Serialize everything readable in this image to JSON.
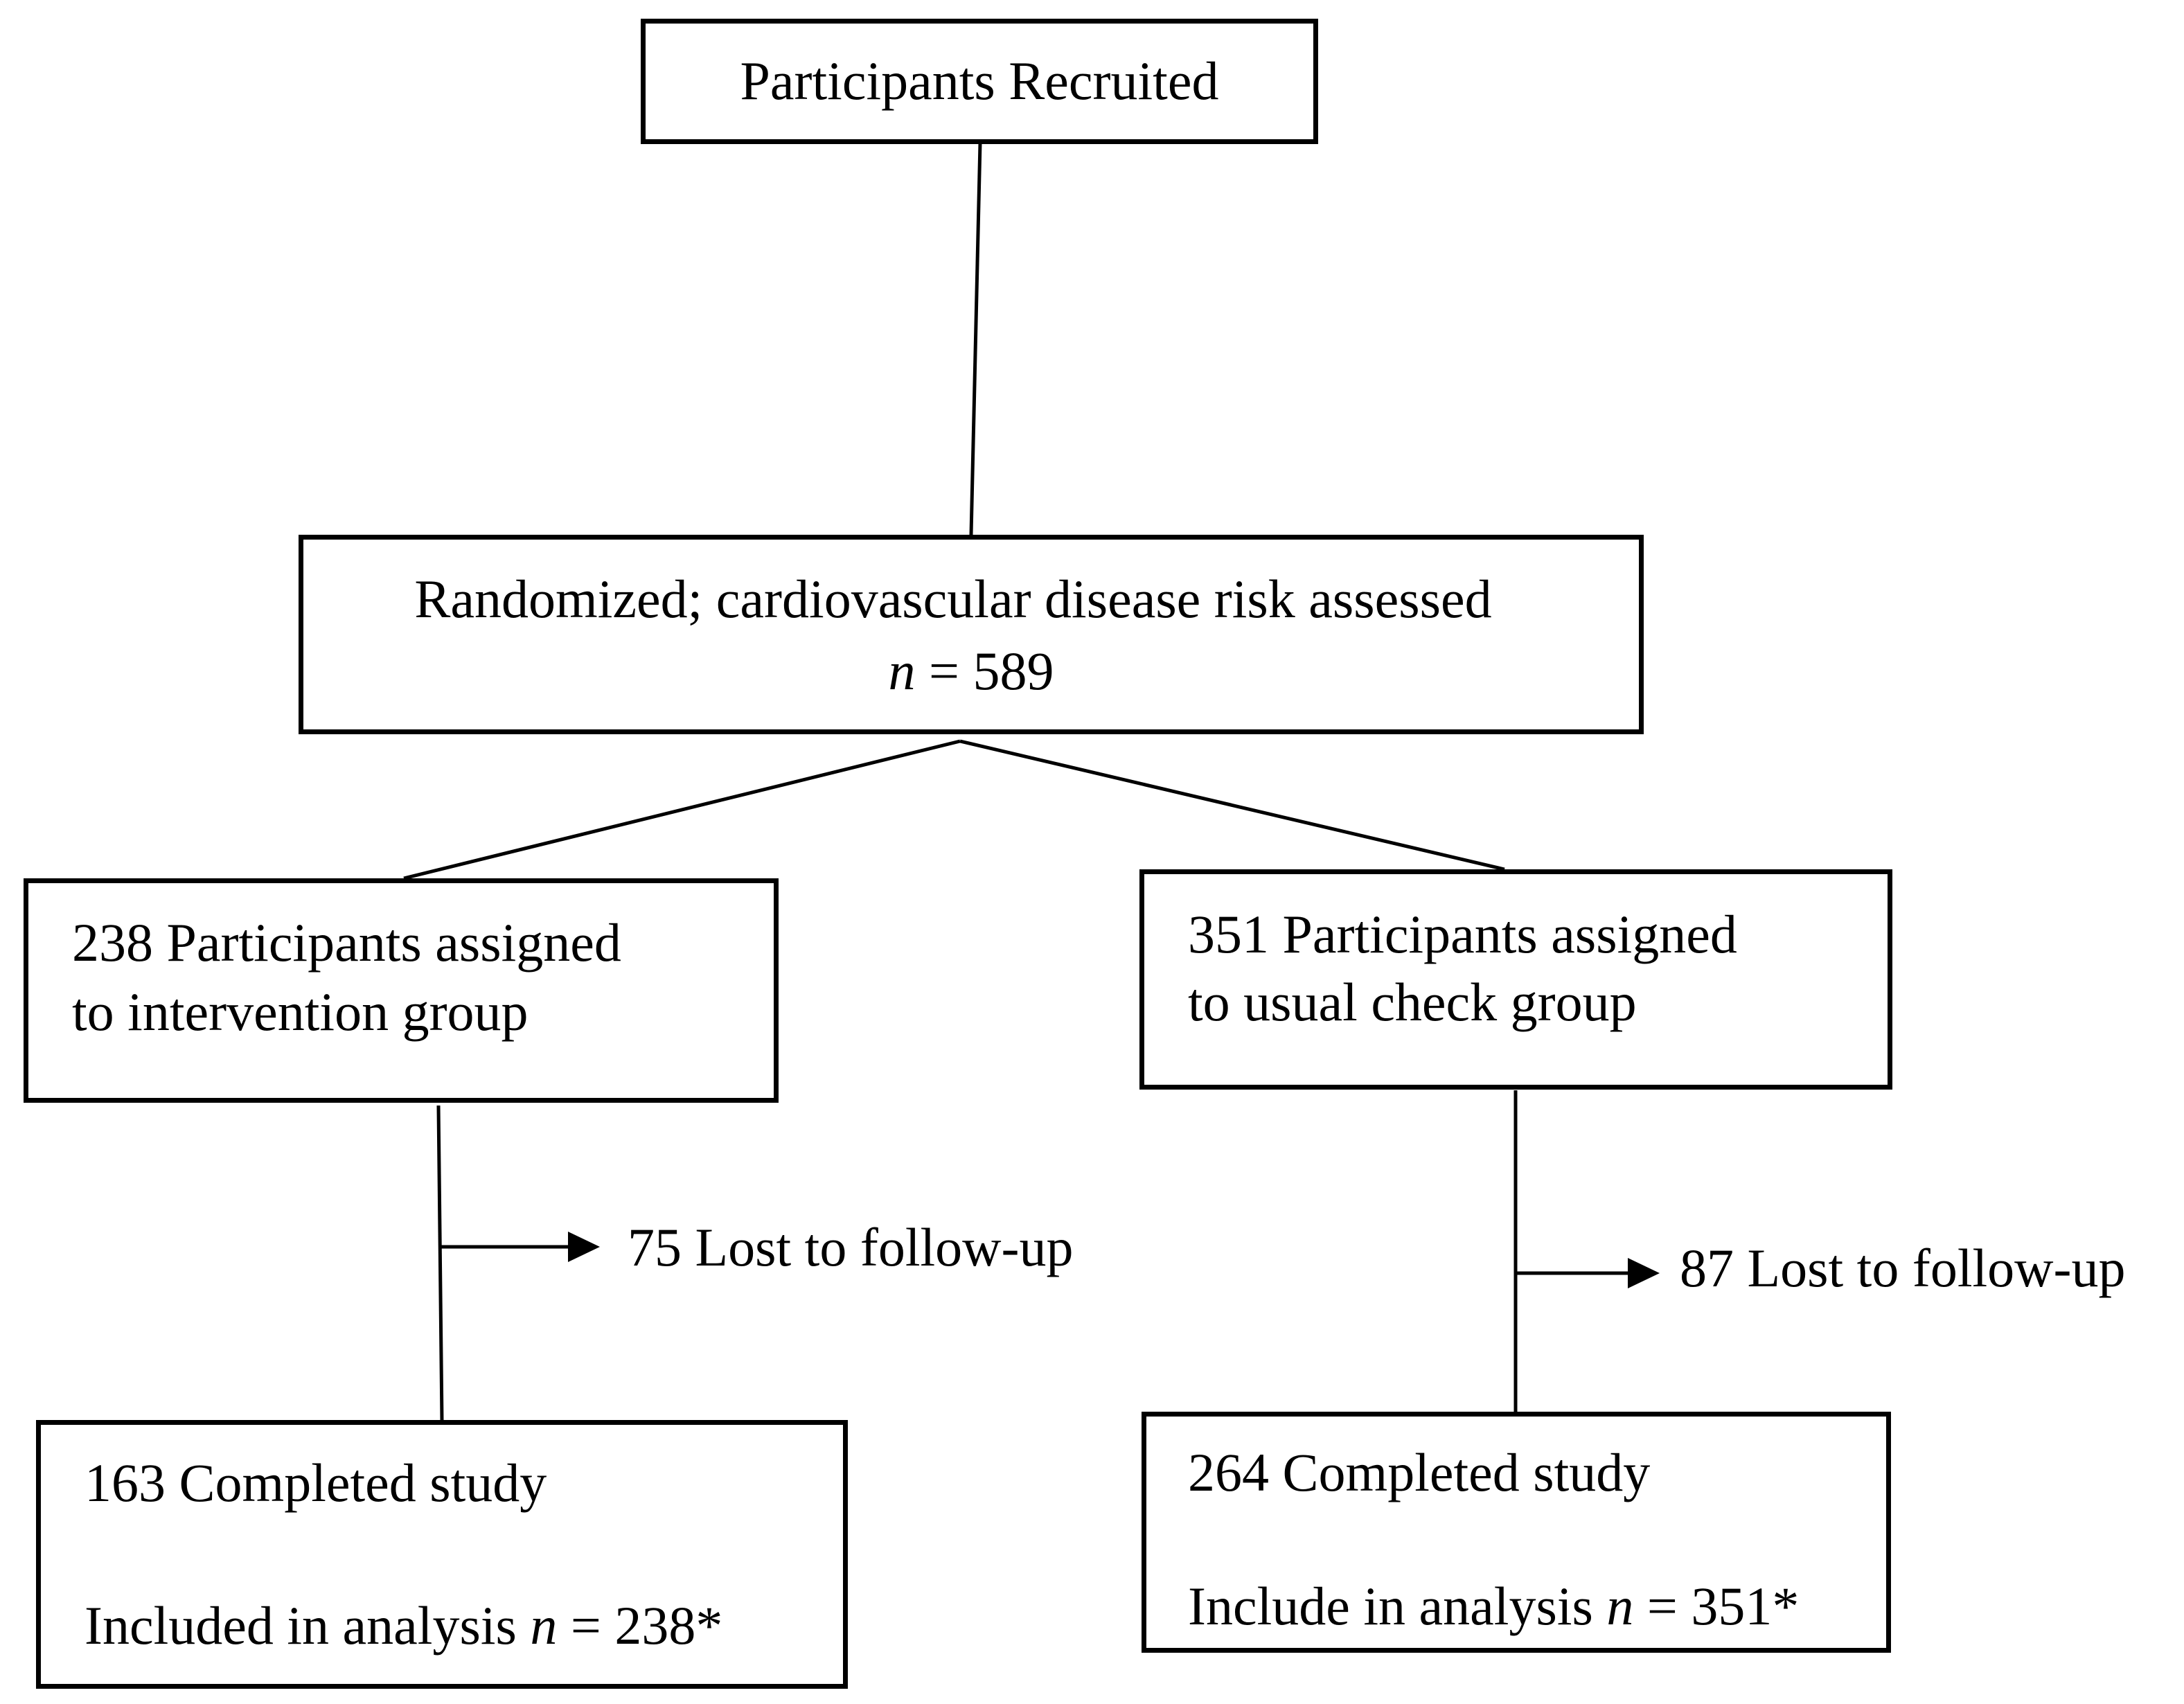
{
  "nodes": {
    "recruited": {
      "label": "Participants Recruited"
    },
    "randomized": {
      "line1": "Randomized; cardiovascular disease risk assessed",
      "n_symbol": "n",
      "n_value": "= 589"
    },
    "intervention": {
      "line1": "238 Participants assigned",
      "line2": "to intervention group"
    },
    "usual": {
      "line1": "351 Participants assigned",
      "line2": "to usual check group"
    },
    "intervention_lost": {
      "label": "75 Lost to follow-up"
    },
    "usual_lost": {
      "label": "87 Lost to follow-up"
    },
    "intervention_completed": {
      "line1": "163 Completed study",
      "line2_prefix": "Included in analysis",
      "n_symbol": "n",
      "n_value": "= 238*"
    },
    "usual_completed": {
      "line1": "264 Completed study",
      "line2_prefix": "Include in analysis",
      "n_symbol": "n",
      "n_value": "= 351*"
    }
  }
}
